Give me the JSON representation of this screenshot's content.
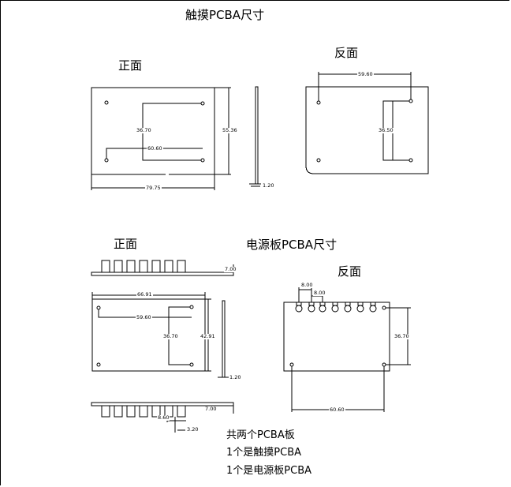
{
  "touch": {
    "title": "触摸PCBA尺寸",
    "front_label": "正面",
    "back_label": "反面",
    "dims": {
      "front_vertical": "36.70",
      "front_horizontal": "60.60",
      "front_height": "55.36",
      "front_width": "79.75",
      "thickness": "1.20",
      "back_top": "59.60",
      "back_vertical": "36.50"
    }
  },
  "power": {
    "title": "电源板PCBA尺寸",
    "front_label": "正面",
    "back_label": "反面",
    "dims": {
      "side_top_height": "7.00",
      "width": "66.91",
      "hole_span": "59.60",
      "vertical": "36.70",
      "height": "42.91",
      "thickness": "1.20",
      "side_bottom_height": "7.00",
      "pitch_a": "8.60",
      "pitch_b": "3.20",
      "back_pitch_1": "8.00",
      "back_pitch_2": "8.00",
      "back_vertical": "36.70",
      "back_horizontal": "60.60"
    }
  },
  "notes": [
    "共两个PCBA板",
    "1个是触摸PCBA",
    "1个是电源板PCBA"
  ]
}
